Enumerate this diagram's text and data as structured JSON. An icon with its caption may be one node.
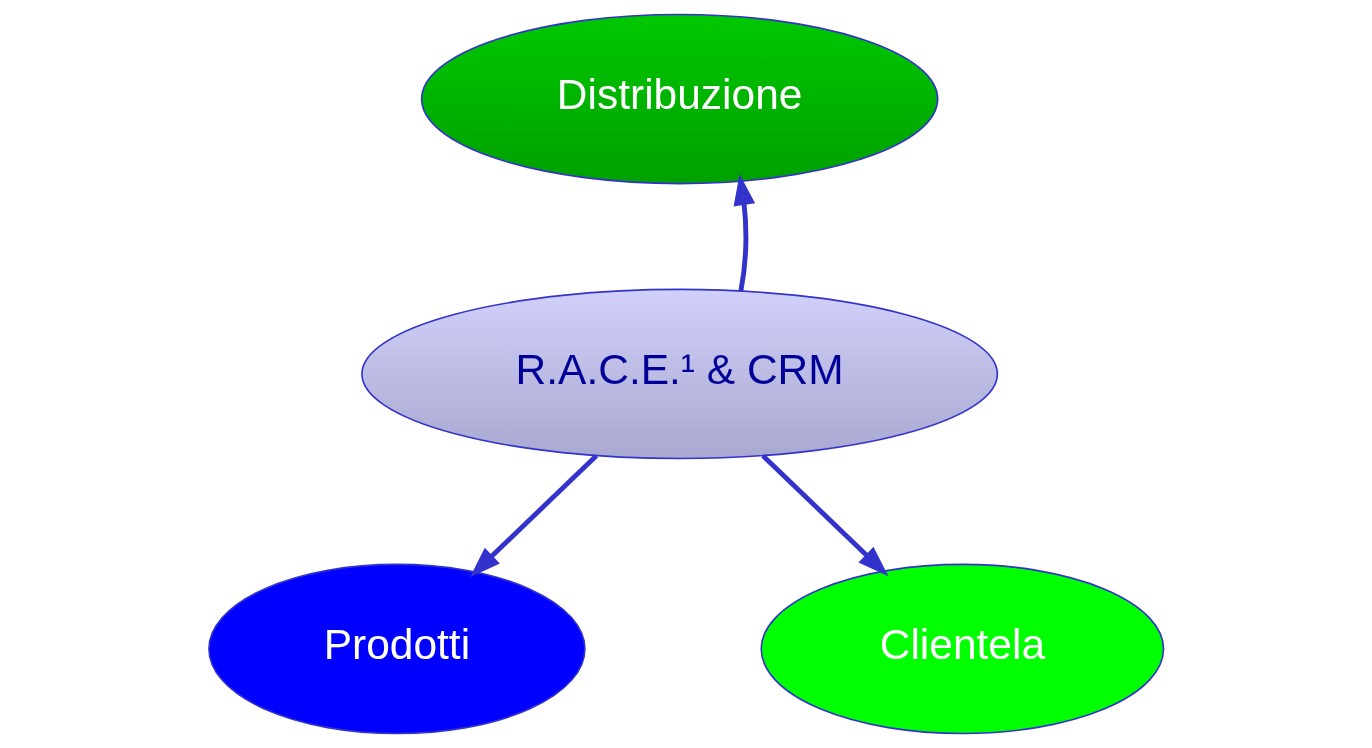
{
  "diagram": {
    "nodes": [
      {
        "text": [
          "Distribuzione"
        ]
      },
      {
        "text": [
          "R.A.C.E.¹ & CRM"
        ]
      },
      {
        "text": [
          "Prodotti"
        ]
      },
      {
        "text": [
          "Clientela"
        ]
      }
    ],
    "edges": [
      {
        "from": 1,
        "to": 0,
        "arrow": "to"
      },
      {
        "from": 1,
        "to": 2,
        "arrow": "to"
      },
      {
        "from": 1,
        "to": 3,
        "arrow": "to"
      }
    ]
  }
}
